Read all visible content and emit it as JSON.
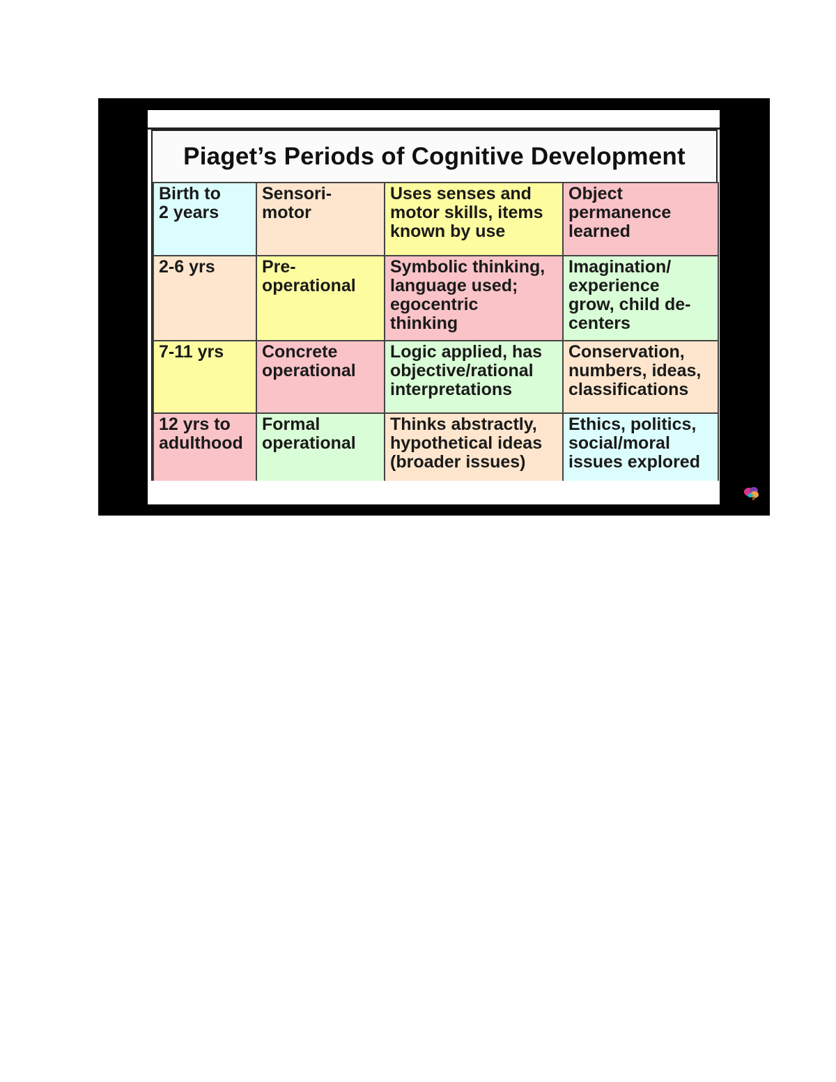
{
  "slide": {
    "title": "Piaget’s Periods of Cognitive Development"
  },
  "colors": {
    "cyan": "#dcfdfd",
    "peach": "#fde6cd",
    "yellow": "#fdfda0",
    "pink": "#f9c3c8",
    "green": "#d9fdd6"
  },
  "table": {
    "rows": [
      {
        "cells": [
          {
            "text": "Birth to\n2 years",
            "color": "cyan"
          },
          {
            "text": "Sensori-\nmotor",
            "color": "peach"
          },
          {
            "text": "Uses senses and\nmotor skills, items\nknown by use",
            "color": "yellow"
          },
          {
            "text": "Object\npermanence\nlearned",
            "color": "pink"
          }
        ]
      },
      {
        "cells": [
          {
            "text": "2-6 yrs",
            "color": "peach"
          },
          {
            "text": "Pre-\noperational",
            "color": "yellow"
          },
          {
            "text": "Symbolic thinking,\nlanguage used;\negocentric\nthinking",
            "color": "pink"
          },
          {
            "text": "Imagination/\nexperience\ngrow, child de-\ncenters",
            "color": "green"
          }
        ]
      },
      {
        "cells": [
          {
            "text": "7-11 yrs",
            "color": "yellow"
          },
          {
            "text": "Concrete\noperational",
            "color": "pink"
          },
          {
            "text": "Logic applied, has\nobjective/rational\ninterpretations",
            "color": "green"
          },
          {
            "text": "Conservation,\nnumbers, ideas,\nclassifications",
            "color": "peach"
          }
        ]
      },
      {
        "cells": [
          {
            "text": "12 yrs to\nadulthood",
            "color": "pink"
          },
          {
            "text": "Formal\noperational",
            "color": "green"
          },
          {
            "text": "Thinks abstractly,\nhypothetical ideas\n(broader issues)",
            "color": "peach"
          },
          {
            "text": "Ethics, politics,\nsocial/moral\nissues explored",
            "color": "cyan"
          }
        ]
      }
    ]
  },
  "logo": {
    "icon": "brain-logo-icon"
  }
}
